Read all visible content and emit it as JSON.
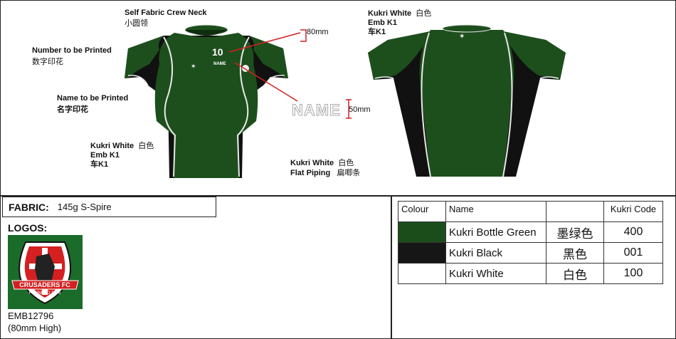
{
  "annotations": {
    "crew_neck": {
      "en": "Self Fabric Crew Neck",
      "cn": "小圆领"
    },
    "number_printed": {
      "en": "Number to be Printed",
      "cn": "数字印花"
    },
    "name_printed": {
      "en": "Name to be Printed",
      "cn": "名字印花"
    },
    "kukri_front": {
      "line1": "Kukri White",
      "cn1": "白色",
      "line2": "Emb K1",
      "line3": "车K1"
    },
    "flat_piping": {
      "line1": "Kukri White",
      "cn1": "白色",
      "line2": "Flat Piping",
      "cn2": "扁唧条"
    },
    "back_logo": {
      "line1": "Kukri White",
      "cn1": "白色",
      "line2": "Emb K1",
      "line3": "车K1"
    },
    "dim_80": "80mm",
    "dim_50": "50mm",
    "name_sample": "NAME",
    "chest_number": "10",
    "chest_name": "NAME"
  },
  "fabric": {
    "label": "FABRIC:",
    "value": "145g S-Spire"
  },
  "logos": {
    "label": "LOGOS:",
    "code": "EMB12796",
    "size": "(80mm High)",
    "badge_text": "CRUSADERS FC",
    "badge_sub": "FOUNDED 1976"
  },
  "colour_table": {
    "headers": {
      "colour": "Colour",
      "name": "Name",
      "cn": "",
      "code": "Kukri Code"
    },
    "rows": [
      {
        "swatch": "#1b4d1b",
        "name": "Kukri Bottle Green",
        "cn": "墨绿色",
        "code": "400"
      },
      {
        "swatch": "#161616",
        "name": "Kukri Black",
        "cn": "黑色",
        "code": "001"
      },
      {
        "swatch": "#ffffff",
        "name": "Kukri White",
        "cn": "白色",
        "code": "100"
      }
    ]
  },
  "colors": {
    "green": "#1d4f1d",
    "black": "#111111",
    "piping": "#e8e8e8",
    "red": "#d42020"
  }
}
